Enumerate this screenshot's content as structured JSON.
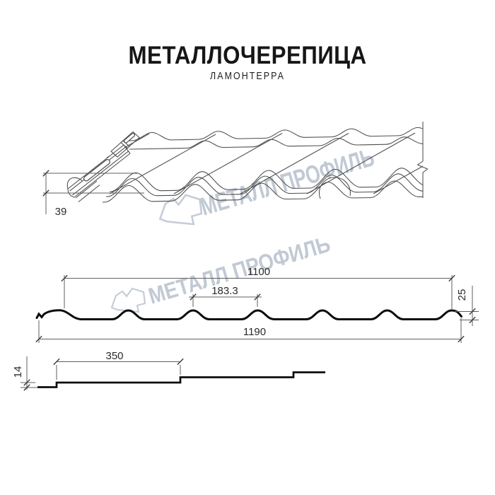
{
  "header": {
    "title": "МЕТАЛЛОЧЕРЕПИЦА",
    "subtitle": "ЛАМОНТЕРРА"
  },
  "watermark": {
    "text": "МЕТАЛЛ ПРОФИЛЬ",
    "color": "#c1c9d4"
  },
  "perspective_view": {
    "step_height": "39"
  },
  "cross_section": {
    "cover_width": "1100",
    "wave_pitch": "183.3",
    "total_width": "1190",
    "profile_height": "25"
  },
  "longitudinal_section": {
    "step_length": "350",
    "step_height": "14"
  }
}
